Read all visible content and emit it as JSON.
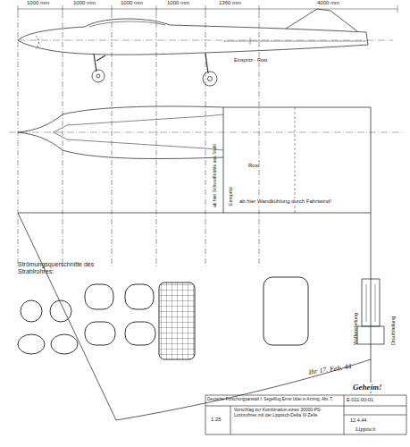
{
  "diagram": {
    "labels": [
      "1000 mm",
      "1000 mm",
      "1000 mm",
      "1000 mm",
      "1360 mm",
      "4000 mm",
      "Einspritz - Rost",
      "Rost",
      "Einspritz",
      "ab hier Schweißnähte aus Stahl",
      "ab hier Wandkühlung durch Fahrtwind!",
      "Strömungsquerschnitte des Strahlrohres:",
      "Waffenstellung",
      "Draufstellung",
      "Ihr 17. Feb. 44",
      "Geheim!",
      "Deutsche Forschungsanstalt f. Segelflug Ernst Udet in Ainring, Abt. T,",
      "E-011-00-01",
      "1:25",
      "Vorschlag zur Kombination eines 30000-PS-Lorinrohres mit der Lippisch-Delta IV-Zelle.",
      "12.4.44",
      "Lippisch"
    ]
  }
}
